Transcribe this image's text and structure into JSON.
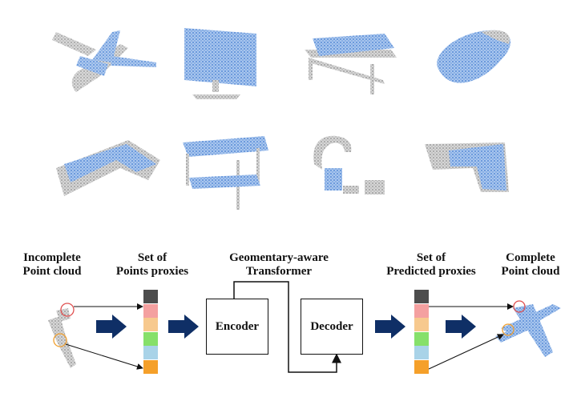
{
  "pipeline": {
    "incomplete": {
      "line1": "Incomplete",
      "line2": "Point cloud"
    },
    "set_points": {
      "line1": "Set of",
      "line2": "Points proxies"
    },
    "transformer": {
      "line1": "Geomentary-aware",
      "line2": "Transformer"
    },
    "encoder": "Encoder",
    "decoder": "Decoder",
    "set_predicted": {
      "line1": "Set of",
      "line2": "Predicted proxies"
    },
    "complete": {
      "line1": "Complete",
      "line2": "Point cloud"
    }
  },
  "proxy_colors": [
    "#4d4d4d",
    "#f4a0a0",
    "#f7c98e",
    "#86e06a",
    "#a9d3e8",
    "#f5a02a"
  ],
  "gallery": [
    "airplane-cloud",
    "monitor-cloud",
    "bench-cloud",
    "lamp-cloud",
    "pipe-cloud",
    "table-cloud",
    "faucet-cloud",
    "cabinet-cloud"
  ],
  "colors": {
    "partial": "#9a9a9a",
    "predicted": "#5a8fd8",
    "arrow": "#0f2f66"
  }
}
